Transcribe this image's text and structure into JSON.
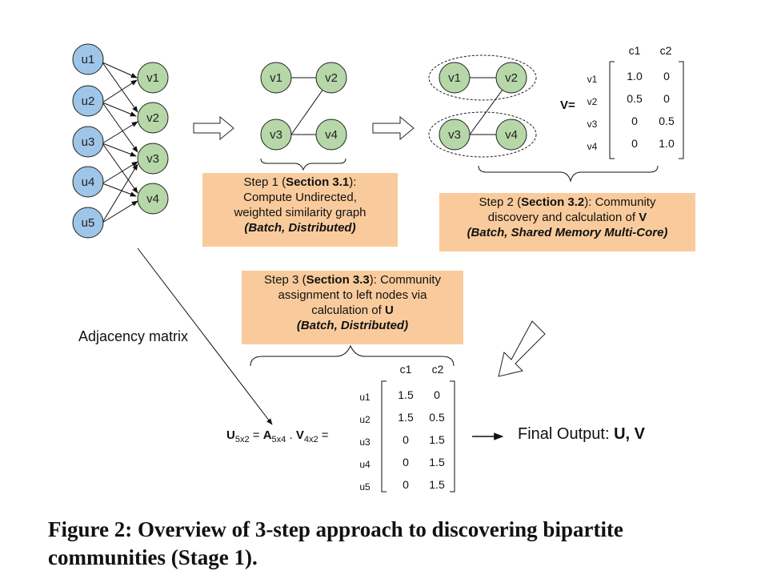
{
  "left_nodes": [
    "u1",
    "u2",
    "u3",
    "u4",
    "u5"
  ],
  "right_nodes": [
    "v1",
    "v2",
    "v3",
    "v4"
  ],
  "step1": {
    "line1_prefix": "Step 1 (",
    "line1_section": "Section 3.1",
    "line1_suffix": "):",
    "line2": "Compute Undirected,",
    "line3": "weighted similarity graph",
    "line4": "(Batch, Distributed)"
  },
  "step2": {
    "line1_prefix": "Step 2 (",
    "line1_section": "Section 3.2",
    "line1_suffix": "): Community",
    "line2_prefix": "discovery and calculation of ",
    "line2_bold": "V",
    "line3": "(Batch, Shared Memory Multi-Core)"
  },
  "step3": {
    "line1_prefix": "Step 3 (",
    "line1_section": "Section 3.3",
    "line1_suffix": "): Community",
    "line2": "assignment to left nodes via",
    "line3_prefix": "calculation of ",
    "line3_bold": "U",
    "line4": "(Batch, Distributed)"
  },
  "v_matrix": {
    "label": "V=",
    "cols": [
      "c1",
      "c2"
    ],
    "rows": [
      "v1",
      "v2",
      "v3",
      "v4"
    ],
    "values": [
      [
        "1.0",
        "0"
      ],
      [
        "0.5",
        "0"
      ],
      [
        "0",
        "0.5"
      ],
      [
        "0",
        "1.0"
      ]
    ]
  },
  "u_matrix": {
    "cols": [
      "c1",
      "c2"
    ],
    "rows": [
      "u1",
      "u2",
      "u3",
      "u4",
      "u5"
    ],
    "values": [
      [
        "1.5",
        "0"
      ],
      [
        "1.5",
        "0.5"
      ],
      [
        "0",
        "1.5"
      ],
      [
        "0",
        "1.5"
      ],
      [
        "0",
        "1.5"
      ]
    ]
  },
  "equation": {
    "u": "U",
    "u_sub": "5x2",
    "eq": " = ",
    "a": "A",
    "a_sub": "5x4",
    "dot": " . ",
    "v": "V",
    "v_sub": "4x2",
    "eq2": " ="
  },
  "adjacency_label": "Adjacency matrix",
  "final_output": {
    "prefix": "Final Output: ",
    "bold": "U, V"
  },
  "caption": "Figure 2: Overview of 3-step approach to discovering bipartite communities (Stage 1).",
  "colors": {
    "u_fill": "#9fc5e8",
    "v_fill": "#b6d7a8",
    "box_fill": "#f9cb9c"
  }
}
